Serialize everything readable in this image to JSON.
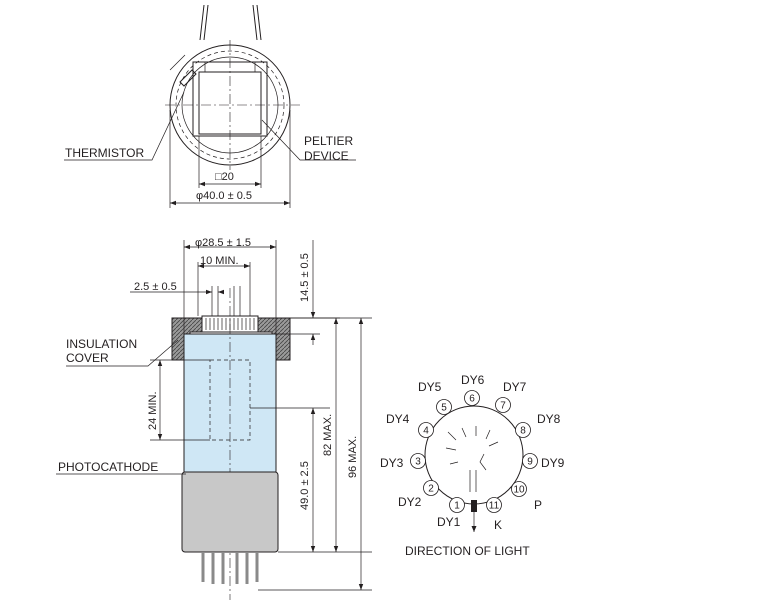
{
  "top_view": {
    "thermistor": "THERMISTOR",
    "peltier_line1": "PELTIER",
    "peltier_line2": "DEVICE",
    "square_dim": "□20",
    "diameter_dim": "φ40.0 ± 0.5"
  },
  "side_view": {
    "dia_top": "φ28.5 ± 1.5",
    "ten_min": "10 MIN.",
    "gap": "2.5 ± 0.5",
    "top_height": "14.5 ± 0.5",
    "insulation_line1": "INSULATION",
    "insulation_line2": "COVER",
    "cathode_len": "24 MIN.",
    "photocathode": "PHOTOCATHODE",
    "lower": "49.0 ± 2.5",
    "max82": "82 MAX.",
    "max96": "96 MAX."
  },
  "base_diagram": {
    "pin_numbers": [
      "1",
      "2",
      "3",
      "4",
      "5",
      "6",
      "7",
      "8",
      "9",
      "10",
      "11"
    ],
    "pin_labels": [
      "DY1",
      "DY2",
      "DY3",
      "DY4",
      "DY5",
      "DY6",
      "DY7",
      "DY8",
      "DY9",
      "P",
      "K"
    ],
    "direction": "DIRECTION OF LIGHT"
  },
  "colors": {
    "glass": "#cfe7f5",
    "base": "#c8c8c8",
    "cover": "#8a8a8a",
    "line": "#231f20"
  }
}
